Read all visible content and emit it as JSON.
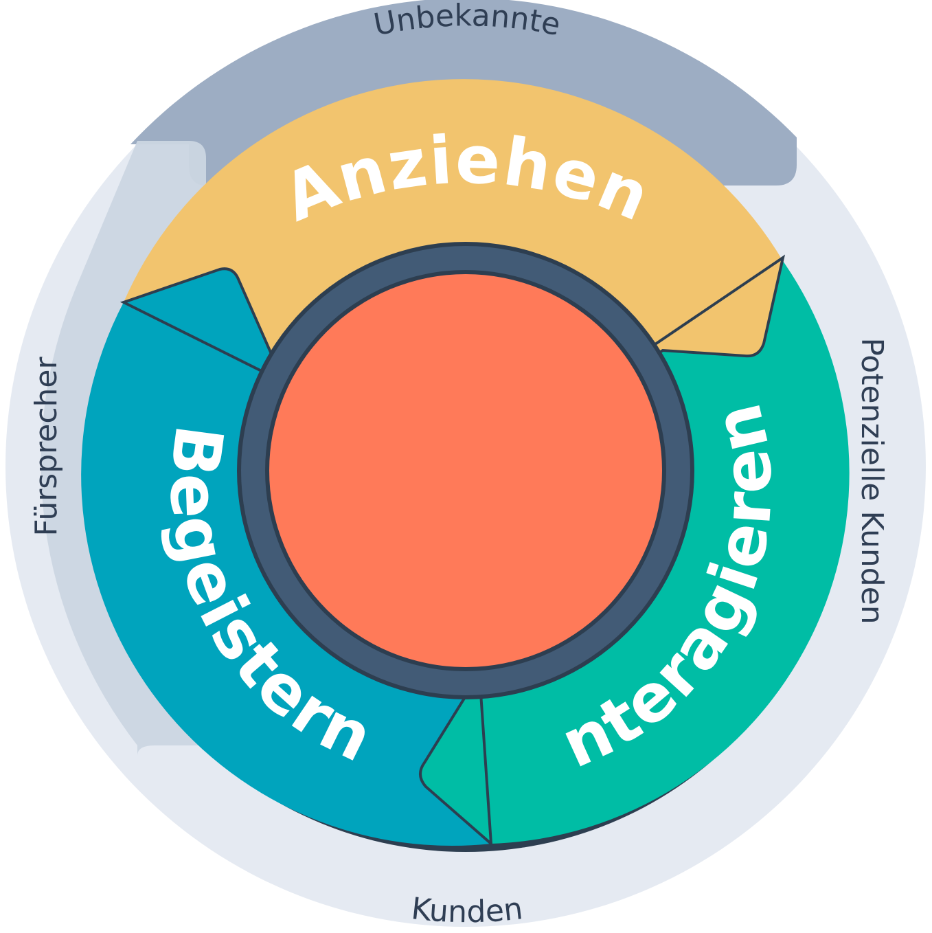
{
  "flywheel": {
    "segments": {
      "attract": {
        "label": "Anziehen",
        "color": "#f2c46e"
      },
      "engage": {
        "label": "Interagieren",
        "color": "#00bda5"
      },
      "delight": {
        "label": "Begeistern",
        "color": "#00a4bd"
      }
    },
    "center": {
      "color": "#ff7a59",
      "ring_color": "#425b76"
    },
    "outer_labels": {
      "top": "Unbekannte",
      "right": "Potenzielle Kunden",
      "bottom": "Kunden",
      "left": "Fürsprecher"
    },
    "colors": {
      "outline": "#2d3e50",
      "outer_band_top": "#9dadc3",
      "outer_band_left": "#cbd6e2",
      "outer_band_light": "#e5eaf2"
    }
  }
}
